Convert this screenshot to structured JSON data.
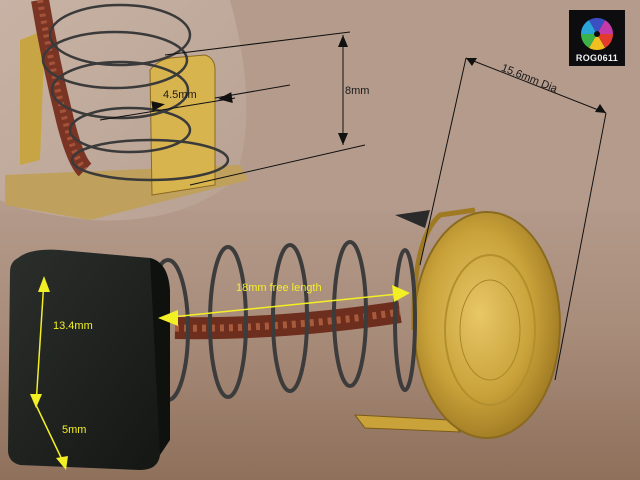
{
  "photo": {
    "subject": "carbon brush with spring and brass cap",
    "colors": {
      "brass": "#c9a23a",
      "carbon": "#1c1f1c",
      "copper": "#8a3a22",
      "background": "#b49a8b",
      "dimension_yellow": "#f3ef25"
    }
  },
  "annotations": {
    "width_inset": "4.5mm",
    "height_inset": "8mm",
    "cap_diameter": "15.6mm Dia",
    "spring_length": "18mm free length",
    "brush_height": "13.4mm",
    "brush_depth": "5mm"
  },
  "logo": {
    "text": "ROG0611"
  }
}
